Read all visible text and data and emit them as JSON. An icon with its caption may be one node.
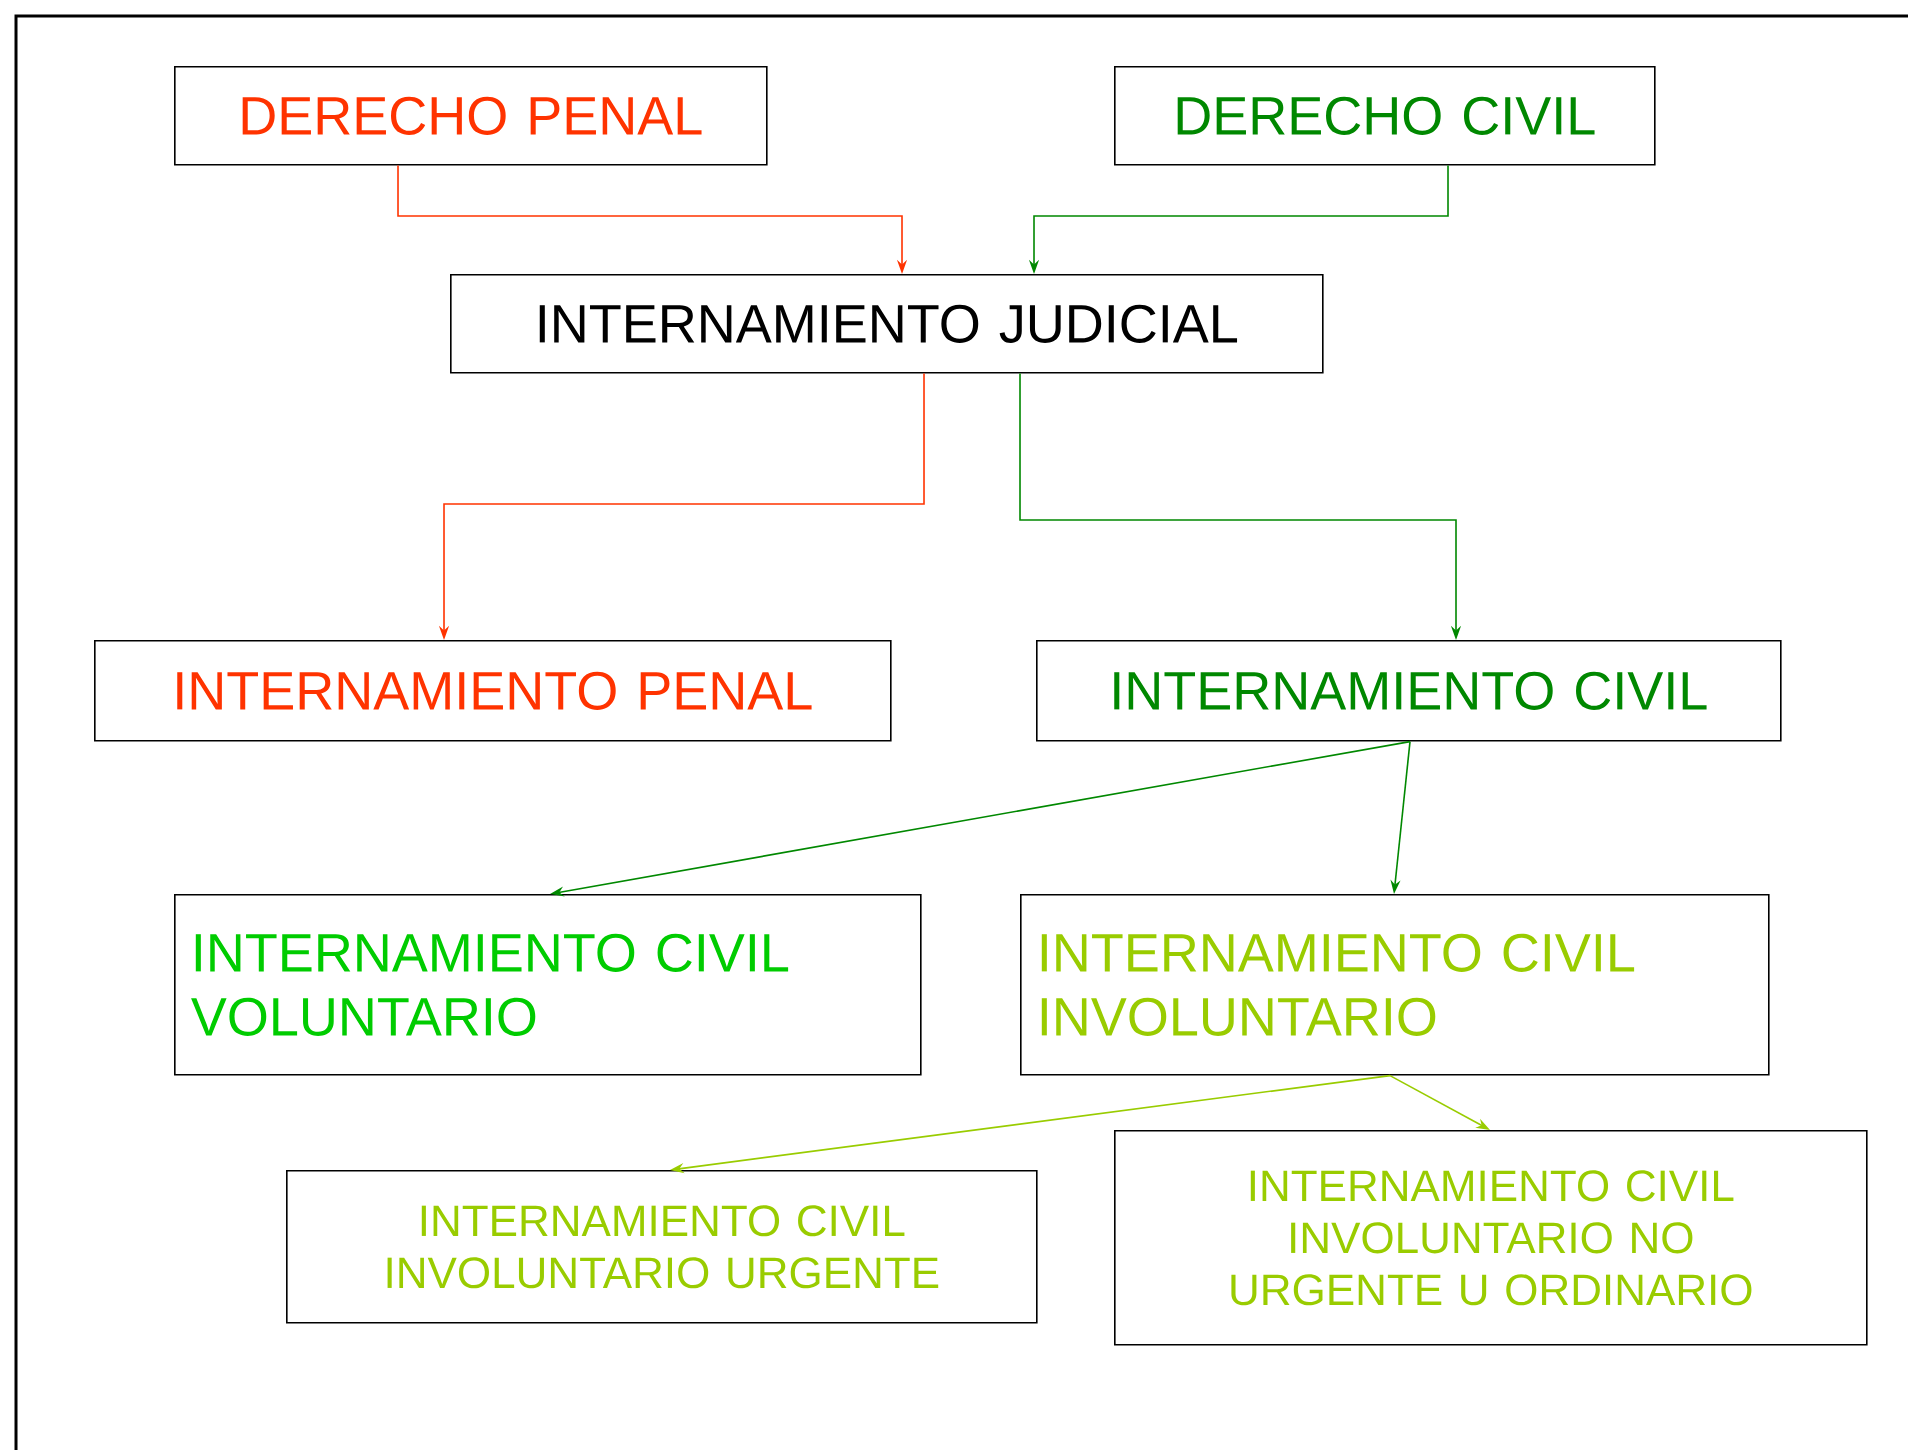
{
  "diagram": {
    "nodes": [
      {
        "text": [
          "DERECHO PENAL"
        ]
      },
      {
        "text": [
          "DERECHO CIVIL"
        ]
      },
      {
        "text": [
          "INTERNAMIENTO JUDICIAL"
        ]
      },
      {
        "text": [
          "INTERNAMIENTO PENAL"
        ]
      },
      {
        "text": [
          "INTERNAMIENTO CIVIL"
        ]
      },
      {
        "text": [
          "INTERNAMIENTO CIVIL VOLUNTARIO"
        ]
      },
      {
        "text": [
          "INTERNAMIENTO CIVIL INVOLUNTARIO"
        ]
      },
      {
        "text": [
          "INTERNAMIENTO CIVIL INVOLUNTARIO URGENTE"
        ]
      },
      {
        "text": [
          "INTERNAMIENTO CIVIL INVOLUNTARIO NO URGENTE U ORDINARIO"
        ]
      }
    ],
    "edges": [
      {
        "from": 0,
        "to": 2,
        "arrow": "to",
        "color": "#ff3300"
      },
      {
        "from": 1,
        "to": 2,
        "arrow": "to"
      },
      {
        "from": 2,
        "to": 3,
        "arrow": "to",
        "color": "#ff3300"
      },
      {
        "from": 2,
        "to": 4,
        "arrow": "to"
      },
      {
        "from": 4,
        "to": 5,
        "arrow": "to"
      },
      {
        "from": 4,
        "to": 6,
        "arrow": "to"
      },
      {
        "from": 6,
        "to": 7,
        "arrow": "to",
        "color": "#99cc00"
      },
      {
        "from": 6,
        "to": 8,
        "arrow": "to",
        "color": "#99cc00"
      }
    ]
  }
}
